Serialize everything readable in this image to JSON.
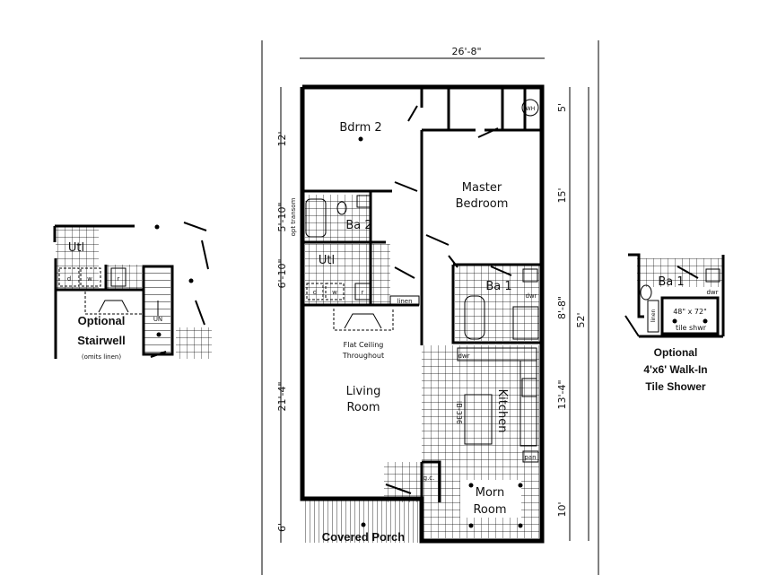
{
  "main_plan": {
    "width_dim": "26'-8\"",
    "left_dims": [
      "12'",
      "5'-10\"",
      "6'-10\"",
      "21'-4\"",
      "6'"
    ],
    "transom_note": "opt transom",
    "right_dims": [
      "5'",
      "15'",
      "8'-8\"",
      "13'-4\"",
      "10'"
    ],
    "total_depth": "52'",
    "rooms": {
      "bdrm2": "Bdrm 2",
      "master_line1": "Master",
      "master_line2": "Bedroom",
      "ba2": "Ba 2",
      "utl": "Utl",
      "ba1": "Ba 1",
      "ceiling_line1": "Flat Ceiling",
      "ceiling_line2": "Throughout",
      "living_line1": "Living",
      "living_line2": "Room",
      "kitchen": "Kitchen",
      "island": "IB-336",
      "morn_line1": "Morn",
      "morn_line2": "Room",
      "porch": "Covered Porch"
    },
    "fixtures": {
      "dryer": "d",
      "washer": "w",
      "fridge": "r",
      "linen": "linen",
      "dishwasher": "dwr",
      "ba1_drawer": "dwr",
      "pantry": "pan",
      "garbage": "g.c.",
      "water_heater": "WH"
    }
  },
  "stairwell_option": {
    "utl": "Utl",
    "dryer": "d",
    "washer": "w",
    "fridge": "r",
    "stair": "UN",
    "title_line1": "Optional",
    "title_line2": "Stairwell",
    "note": "(omits linen)"
  },
  "shower_option": {
    "ba1": "Ba 1",
    "drawer": "dwr",
    "shower_size": "48\" x 72\"",
    "shower_label": "tile shwr",
    "linen": "linen",
    "title_line1": "Optional",
    "title_line2": "4'x6' Walk-In",
    "title_line3": "Tile Shower"
  }
}
